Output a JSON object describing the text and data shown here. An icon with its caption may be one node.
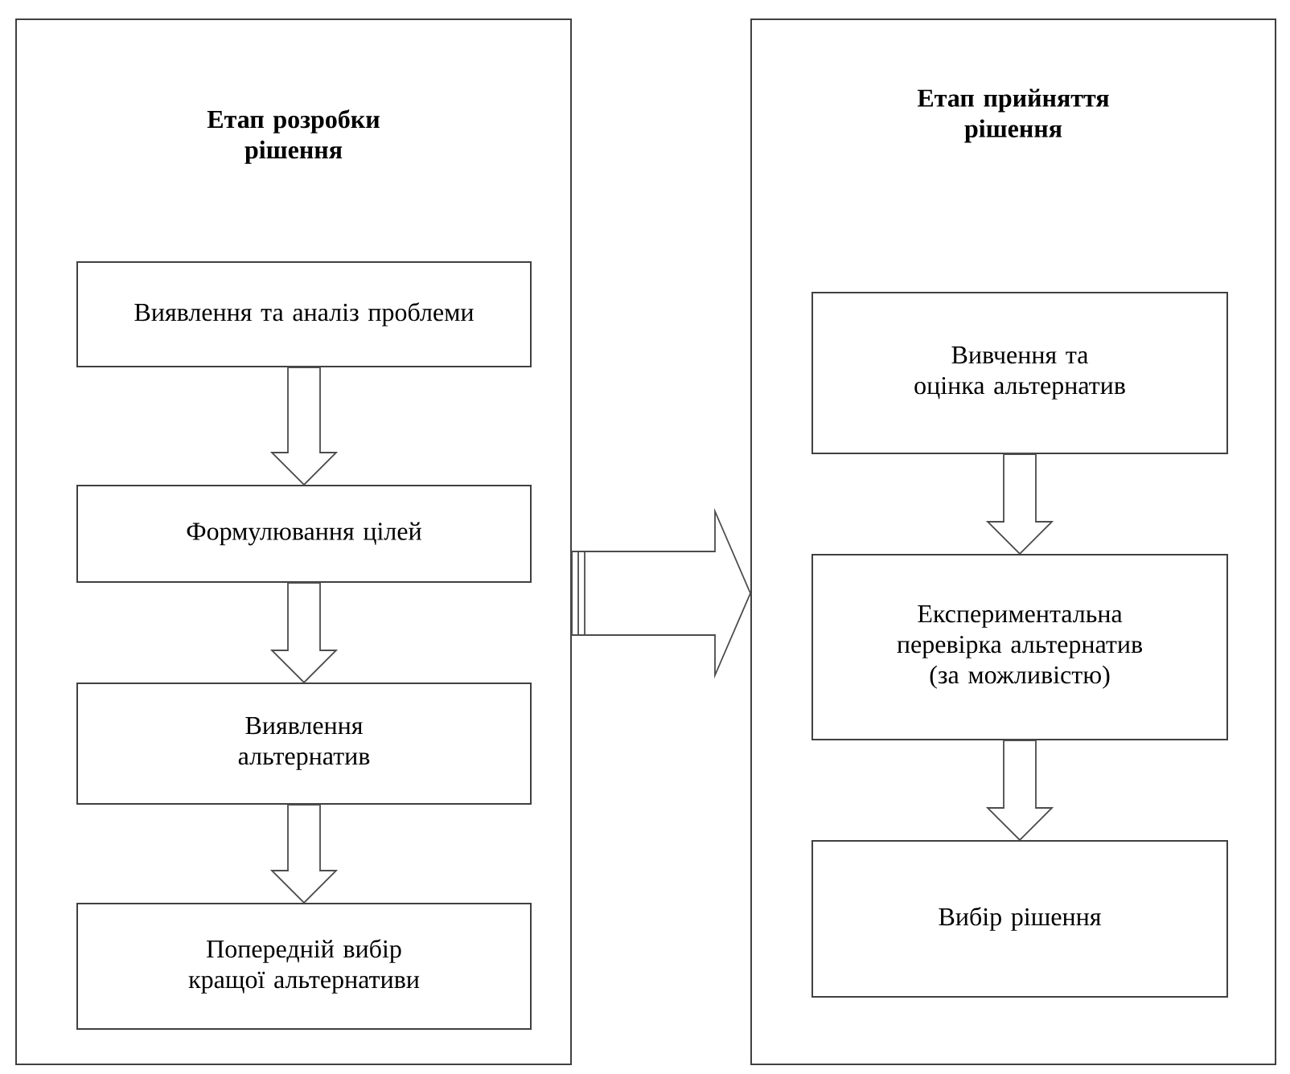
{
  "diagram": {
    "nodes": [
      {
        "text": [
          "Етап розробки рішення"
        ]
      },
      {
        "text": [
          "Виявлення та аналіз проблеми"
        ],
        "in": 0
      },
      {
        "text": [
          "Формулювання цілей"
        ],
        "in": 0
      },
      {
        "text": [
          "Виявлення альтернатив"
        ],
        "in": 0
      },
      {
        "text": [
          "Попередній вибір кращої альтернативи"
        ],
        "in": 0
      },
      {
        "text": [
          "Етап прийняття рішення"
        ]
      },
      {
        "text": [
          "Вивчення та оцінка альтернатив"
        ],
        "in": 5
      },
      {
        "text": [
          "Експериментальна перевірка альтернатив (за можливістю)"
        ],
        "in": 5
      },
      {
        "text": [
          "Вибір рішення"
        ],
        "in": 5
      }
    ],
    "edges": [
      {
        "from": 0,
        "to": 5,
        "arrow": "to"
      },
      {
        "from": 1,
        "to": 2,
        "arrow": "to"
      },
      {
        "from": 2,
        "to": 3,
        "arrow": "to"
      },
      {
        "from": 3,
        "to": 4,
        "arrow": "to"
      },
      {
        "from": 6,
        "to": 7,
        "arrow": "to"
      },
      {
        "from": 7,
        "to": 8,
        "arrow": "to"
      }
    ]
  }
}
